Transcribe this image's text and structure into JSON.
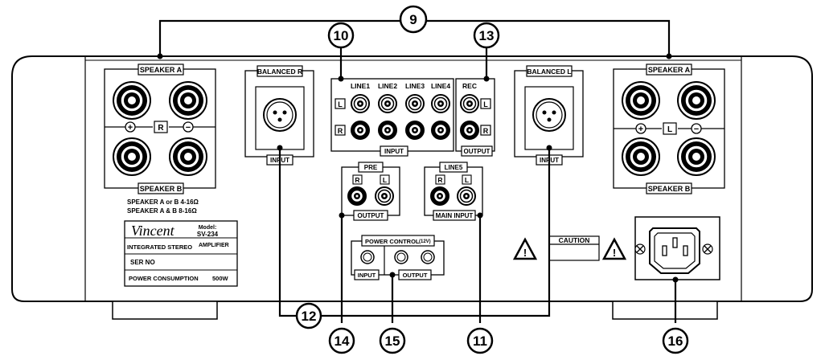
{
  "callouts": {
    "c9": "9",
    "c10": "10",
    "c13": "13",
    "c12": "12",
    "c14": "14",
    "c15": "15",
    "c11": "11",
    "c16": "16"
  },
  "left_speakers": {
    "top_label": "SPEAKER A",
    "bottom_label": "SPEAKER B",
    "channel": "R",
    "plus": "+",
    "minus": "−",
    "impedance_line1": "SPEAKER A or B 4-16Ω",
    "impedance_line2": "SPEAKER A & B 8-16Ω"
  },
  "right_speakers": {
    "top_label": "SPEAKER A",
    "bottom_label": "SPEAKER B",
    "channel": "L",
    "plus": "+",
    "minus": "−"
  },
  "balanced_r": {
    "title": "BALANCED R",
    "bottom": "INPUT"
  },
  "balanced_l": {
    "title": "BALANCED L",
    "bottom": "INPUT"
  },
  "line_inputs": {
    "labels": [
      "LINE1",
      "LINE2",
      "LINE3",
      "LINE4"
    ],
    "row_l": "L",
    "row_r": "R",
    "bottom": "INPUT"
  },
  "rec": {
    "title": "REC",
    "row_l": "L",
    "row_r": "R",
    "bottom": "OUTPUT"
  },
  "pre": {
    "title": "PRE",
    "ch_r": "R",
    "ch_l": "L",
    "bottom": "OUTPUT"
  },
  "line5": {
    "title": "LINE5",
    "ch_r": "R",
    "ch_l": "L",
    "bottom": "MAIN INPUT"
  },
  "power_control": {
    "title": "POWER CONTROL",
    "voltage": "(12V)",
    "input": "INPUT",
    "output": "OUTPUT"
  },
  "nameplate": {
    "brand": "Vincent",
    "model_label": "Model:",
    "model": "SV-234",
    "type_a": "INTEGRATED STEREO",
    "type_b": "AMPLIFIER",
    "serial": "SER NO",
    "power": "POWER CONSUMPTION",
    "watts": "500W"
  },
  "caution": {
    "label": "CAUTION",
    "symbol": "!"
  },
  "colors": {
    "ink": "#000000",
    "panel": "#ffffff"
  }
}
